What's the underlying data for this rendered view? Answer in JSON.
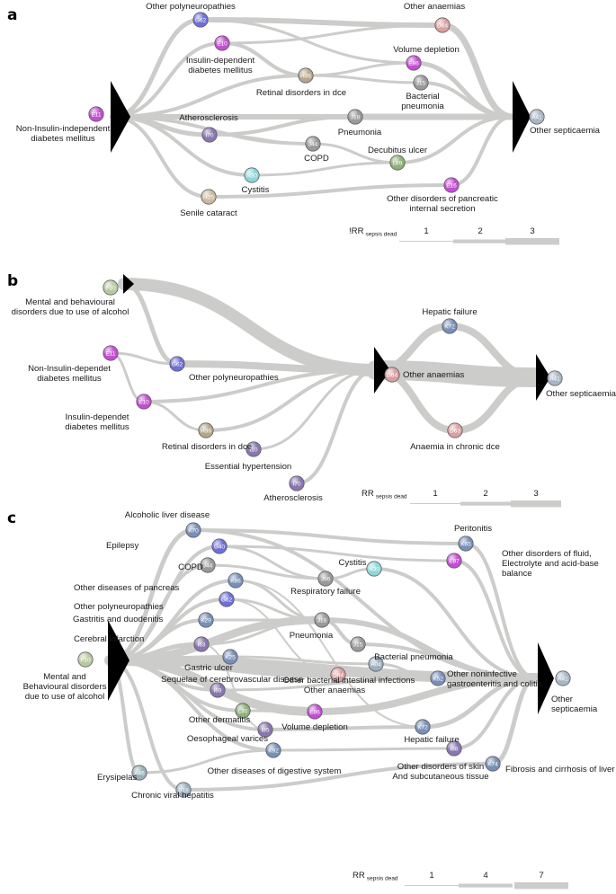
{
  "panels": [
    {
      "letter": "a",
      "legend": {
        "label": "!RR",
        "sub": "sepsis dead",
        "ticks": [
          "1",
          "2",
          "3"
        ]
      },
      "sources": [
        {
          "code": "E11",
          "label": [
            "Non-Insulin-independent",
            "diabetes mellitus"
          ]
        }
      ],
      "target": {
        "code": "A41",
        "label": [
          "Other septicaemia"
        ]
      },
      "nodes": [
        {
          "code": "G62",
          "label": [
            "Other polyneuropathies"
          ],
          "color": "#6f6fd9"
        },
        {
          "code": "E10",
          "label": [
            "Insulin-dependent",
            "diabetes mellitus"
          ],
          "color": "#c24fd1"
        },
        {
          "code": "H36",
          "label": [
            "Retinal disorders in dce"
          ],
          "color": "#b5a58c"
        },
        {
          "code": "D64",
          "label": [
            "Other anaemias"
          ],
          "color": "#d8a0a0"
        },
        {
          "code": "E86",
          "label": [
            "Volume depletion"
          ],
          "color": "#c24fd1"
        },
        {
          "code": "J15",
          "label": [
            "Bacterial",
            "pneumonia"
          ],
          "color": "#9a9a9a"
        },
        {
          "code": "J18",
          "label": [
            "Pneumonia"
          ],
          "color": "#9a9a9a"
        },
        {
          "code": "I70",
          "label": [
            "Atherosclerosis"
          ],
          "color": "#8a76b0"
        },
        {
          "code": "J44",
          "label": [
            "COPD"
          ],
          "color": "#9a9a9a"
        },
        {
          "code": "L89",
          "label": [
            "Decubitus ulcer"
          ],
          "color": "#8fb07a"
        },
        {
          "code": "N30",
          "label": [
            "Cystitis"
          ],
          "color": "#8fd6d6"
        },
        {
          "code": "E16",
          "label": [
            "Other disorders of pancreatic",
            "internal secretion"
          ],
          "color": "#c24fd1"
        },
        {
          "code": "H25",
          "label": [
            "Senile cataract"
          ],
          "color": "#c8b9a0"
        }
      ]
    },
    {
      "letter": "b",
      "legend": {
        "label": "RR",
        "sub": "sepsis dead",
        "ticks": [
          "1",
          "2",
          "3"
        ]
      },
      "sources": [
        {
          "code": "F10",
          "label": [
            "Mental and behavioural",
            "disorders due to use of alcohol"
          ]
        }
      ],
      "target": {
        "code": "A41",
        "label": [
          "Other septicaemia"
        ]
      },
      "nodes": [
        {
          "code": "E11",
          "label": [
            "Non-Insulin-dependet",
            "diabetes mellitus"
          ],
          "color": "#c24fd1"
        },
        {
          "code": "G62",
          "label": [
            "Other polyneuropathies"
          ],
          "color": "#6f6fd9"
        },
        {
          "code": "E10",
          "label": [
            "Insulin-dependet",
            "diabetes mellitus"
          ],
          "color": "#c24fd1"
        },
        {
          "code": "H36",
          "label": [
            "Retinal disorders in dce"
          ],
          "color": "#b5a58c"
        },
        {
          "code": "I10",
          "label": [
            "Essential hypertension"
          ],
          "color": "#8a76b0"
        },
        {
          "code": "I70",
          "label": [
            "Atherosclerosis"
          ],
          "color": "#8a76b0"
        },
        {
          "code": "D64",
          "label": [
            "Other anaemias"
          ],
          "color": "#d8a0a0"
        },
        {
          "code": "K72",
          "label": [
            "Hepatic failure"
          ],
          "color": "#7890b8"
        },
        {
          "code": "D63",
          "label": [
            "Anaemia in chronic dce"
          ],
          "color": "#d8a0a0"
        }
      ]
    },
    {
      "letter": "c",
      "legend": {
        "label": "RR",
        "sub": "sepsis dead",
        "ticks": [
          "1",
          "4",
          "7"
        ]
      },
      "sources": [
        {
          "code": "F10",
          "label": [
            "Mental and",
            "Behavioural disorders",
            "due to use of alcohol"
          ]
        }
      ],
      "target": {
        "code": "A41",
        "label": [
          "Other",
          "septicaemia"
        ]
      },
      "nodes": [
        {
          "code": "K70",
          "label": [
            "Alcoholic liver disease"
          ],
          "color": "#7890b8"
        },
        {
          "code": "G40",
          "label": [
            "Epilepsy"
          ],
          "color": "#6f6fd9"
        },
        {
          "code": "J44",
          "label": [
            "COPD"
          ],
          "color": "#9a9a9a"
        },
        {
          "code": "K86",
          "label": [
            "Other diseases of pancreas"
          ],
          "color": "#7890b8"
        },
        {
          "code": "G62",
          "label": [
            "Other polyneuropathies"
          ],
          "color": "#6f6fd9"
        },
        {
          "code": "K29",
          "label": [
            "Gastritis and duodenitis"
          ],
          "color": "#7890b8"
        },
        {
          "code": "I63",
          "label": [
            "Cerebral infarction"
          ],
          "color": "#8a76b0"
        },
        {
          "code": "K25",
          "label": [
            "Gastric ulcer"
          ],
          "color": "#7890b8"
        },
        {
          "code": "I69",
          "label": [
            "Sequelae of cerebrovascular disease"
          ],
          "color": "#8a76b0"
        },
        {
          "code": "L30",
          "label": [
            "Other dermatitis"
          ],
          "color": "#8fb07a"
        },
        {
          "code": "I85",
          "label": [
            "Oesophageal varices"
          ],
          "color": "#8a76b0"
        },
        {
          "code": "A46",
          "label": [
            "Erysipelas"
          ],
          "color": "#9ab0b8"
        },
        {
          "code": "K92",
          "label": [
            "Other diseases of digestive system"
          ],
          "color": "#7890b8"
        },
        {
          "code": "B18",
          "label": [
            "Chronic viral hepatitis"
          ],
          "color": "#9ab0c0"
        },
        {
          "code": "J96",
          "label": [
            "Respiratory failure"
          ],
          "color": "#9a9a9a"
        },
        {
          "code": "J18",
          "label": [
            "Pneumonia"
          ],
          "color": "#9a9a9a"
        },
        {
          "code": "N30",
          "label": [
            "Cystitis"
          ],
          "color": "#8fd6d6"
        },
        {
          "code": "J15",
          "label": [
            "Bacterial pneumonia"
          ],
          "color": "#9a9a9a"
        },
        {
          "code": "A04",
          "label": [
            "Other bacterial intestinal infections"
          ],
          "color": "#9ab0c0"
        },
        {
          "code": "D64",
          "label": [
            "Other anaemias"
          ],
          "color": "#d8a0a0"
        },
        {
          "code": "E86",
          "label": [
            "Volume depletion"
          ],
          "color": "#c24fd1"
        },
        {
          "code": "K52",
          "label": [
            "Other noninfective",
            "gastroenteritis and colitis"
          ],
          "color": "#7890b8"
        },
        {
          "code": "K72",
          "label": [
            "Hepatic failure"
          ],
          "color": "#7890b8"
        },
        {
          "code": "I88",
          "label": [
            "Other disorders of skin",
            "And subcutaneous tissue"
          ],
          "color": "#8a76b0"
        },
        {
          "code": "K74",
          "label": [
            "Fibrosis and cirrhosis of liver"
          ],
          "color": "#7890b8"
        },
        {
          "code": "K65",
          "label": [
            "Peritonitis"
          ],
          "color": "#7890b8"
        },
        {
          "code": "E87",
          "label": [
            "Other disorders of fluid,",
            "Electrolyte and acid-base",
            "balance"
          ],
          "color": "#c24fd1"
        }
      ]
    }
  ]
}
